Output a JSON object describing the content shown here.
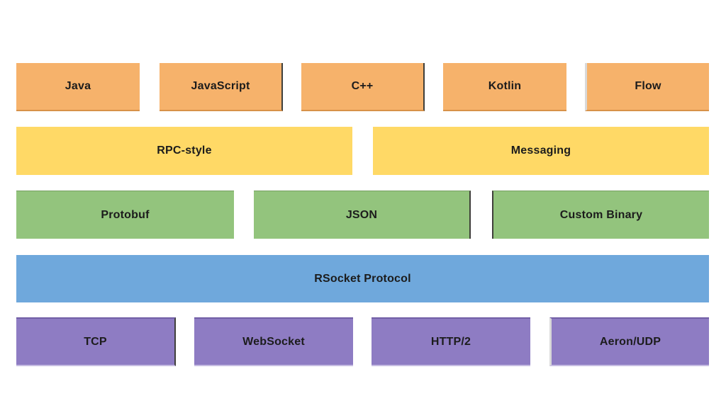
{
  "diagram": {
    "background": "#ffffff",
    "text_color": "#1c1c1c",
    "rows": [
      {
        "color": "#f6b26b",
        "boxes": [
          {
            "label": "Java"
          },
          {
            "label": "JavaScript"
          },
          {
            "label": "C++"
          },
          {
            "label": "Kotlin"
          },
          {
            "label": "Flow"
          }
        ]
      },
      {
        "color": "#ffd966",
        "boxes": [
          {
            "label": "RPC-style"
          },
          {
            "label": "Messaging"
          }
        ]
      },
      {
        "color": "#93c47d",
        "boxes": [
          {
            "label": "Protobuf"
          },
          {
            "label": "JSON"
          },
          {
            "label": "Custom Binary"
          }
        ]
      },
      {
        "color": "#6fa8dc",
        "boxes": [
          {
            "label": "RSocket Protocol"
          }
        ]
      },
      {
        "color": "#8e7cc3",
        "boxes": [
          {
            "label": "TCP"
          },
          {
            "label": "WebSocket"
          },
          {
            "label": "HTTP/2"
          },
          {
            "label": "Aeron/UDP"
          }
        ]
      }
    ]
  }
}
